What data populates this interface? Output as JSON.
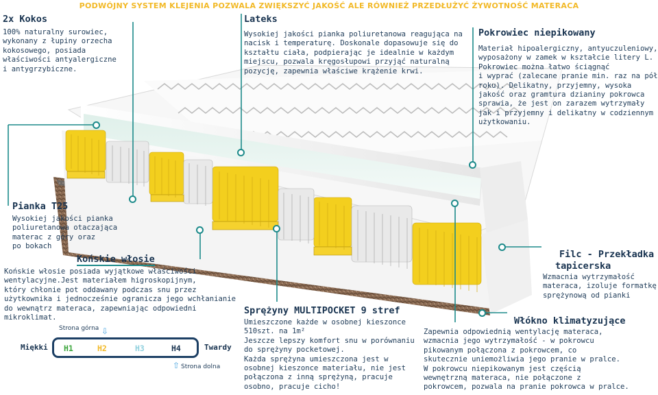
{
  "banner": "PODWÓJNY SYSTEM KLEJENIA POZWALA ZWIĘKSZYĆ JAKOŚĆ ALE RÓWNIEŻ PRZEDŁUŻYĆ ŻYWOTNOŚĆ MATERACA",
  "kokos": {
    "title": "2x Kokos",
    "desc": "100% naturalny surowiec,\nwykonany z łupiny orzecha\nkokosowego, posiada\nwłaściwości antyalergiczne\ni antygrzybiczne."
  },
  "lateks": {
    "title": "Lateks",
    "desc": "Wysokiej jakości pianka poliuretanowa reagująca na\nnacisk i temperaturę. Doskonale dopasowuje się do\nkształtu ciała, podpierając je idealnie w każdym\nmiejscu, pozwala kręgosłupowi przyjąć naturalną\npozycję, zapewnia właściwe krążenie krwi."
  },
  "pokrowiec": {
    "title": "Pokrowiec niepikowany",
    "desc": "Materiał hipoalergiczny, antyuczuleniowy,\nwyposażony w zamek w kształcie litery L.\nPokrowiec można łatwo ściągnąć\ni wyprać (zalecane pranie min. raz na pół\nroku). Delikatny, przyjemny, wysoka\njakość oraz gramtura dzianiny pokrowca\nsprawia, że jest on zarazem wytrzymały\njak i przyjemny i delikatny w codziennym\nużytkowaniu."
  },
  "pianka": {
    "title": "Pianka T25",
    "desc": "Wysokiej jakości pianka\npoliuretanowa otaczająca\nmaterac z góry oraz\npo bokach"
  },
  "wlosie": {
    "title": "Końskie włosie",
    "desc": "Końskie włosie posiada wyjątkowe właściwości\nwentylacyjne.Jest materiałem higroskopijnym,\nktóry chłonie pot oddawany podczas snu przez\nużytkownika i jednocześnie ogranicza jego wchłanianie\ndo wewnątrz materaca, zapewniając odpowiedni\nmikroklimat."
  },
  "sprezyny": {
    "title": "Sprężyny MULTIPOCKET 9 stref",
    "desc": "Umieszczone każde w osobnej kieszonce\n510szt. na 1m²\nJeszcze lepszy komfort snu w porównaniu\ndo sprężyny pocketowej.\nKażda sprężyna umieszczona jest w\nosobnej kieszonce materiału, nie jest\npołączona z inną sprężyną, pracuje\nosobno, pracuje cicho!"
  },
  "filc": {
    "title1": "Filc - Przekładka",
    "title2": "tapicerska",
    "desc": "Wzmacnia wytrzymałość\nmateraca, izoluje formatkę\nsprężynową od pianki"
  },
  "wlokno": {
    "title": "Włókno klimatyzujące",
    "desc": "Zapewnia odpowiednią wentylację materaca,\nwzmacnia jego wytrzymałość - w pokrowcu\npikowanym połączona z pokrowcem, co\nskutecznie uniemożliwia jego pranie w pralce.\nW pokrowcu niepikowanym jest częścią\nwewnętrzną materaca, nie połączone z\npokrowcem, pozwala na pranie pokrowca w pralce."
  },
  "scale": {
    "top_label": "Strona górna",
    "bottom_label": "Strona dolna",
    "left": "Miękki",
    "right": "Twardy",
    "items": [
      {
        "label": "H1",
        "color": "#3aa43a"
      },
      {
        "label": "H2",
        "color": "#f2b927"
      },
      {
        "label": "H3",
        "color": "#8fd0de"
      },
      {
        "label": "H4",
        "color": "#17324f"
      }
    ]
  },
  "colors": {
    "accent": "#1c8a8a",
    "navy": "#17324f",
    "spring_yellow": "#f3cf1e",
    "spring_white": "#e8e8e8",
    "banner": "#f2b927"
  }
}
